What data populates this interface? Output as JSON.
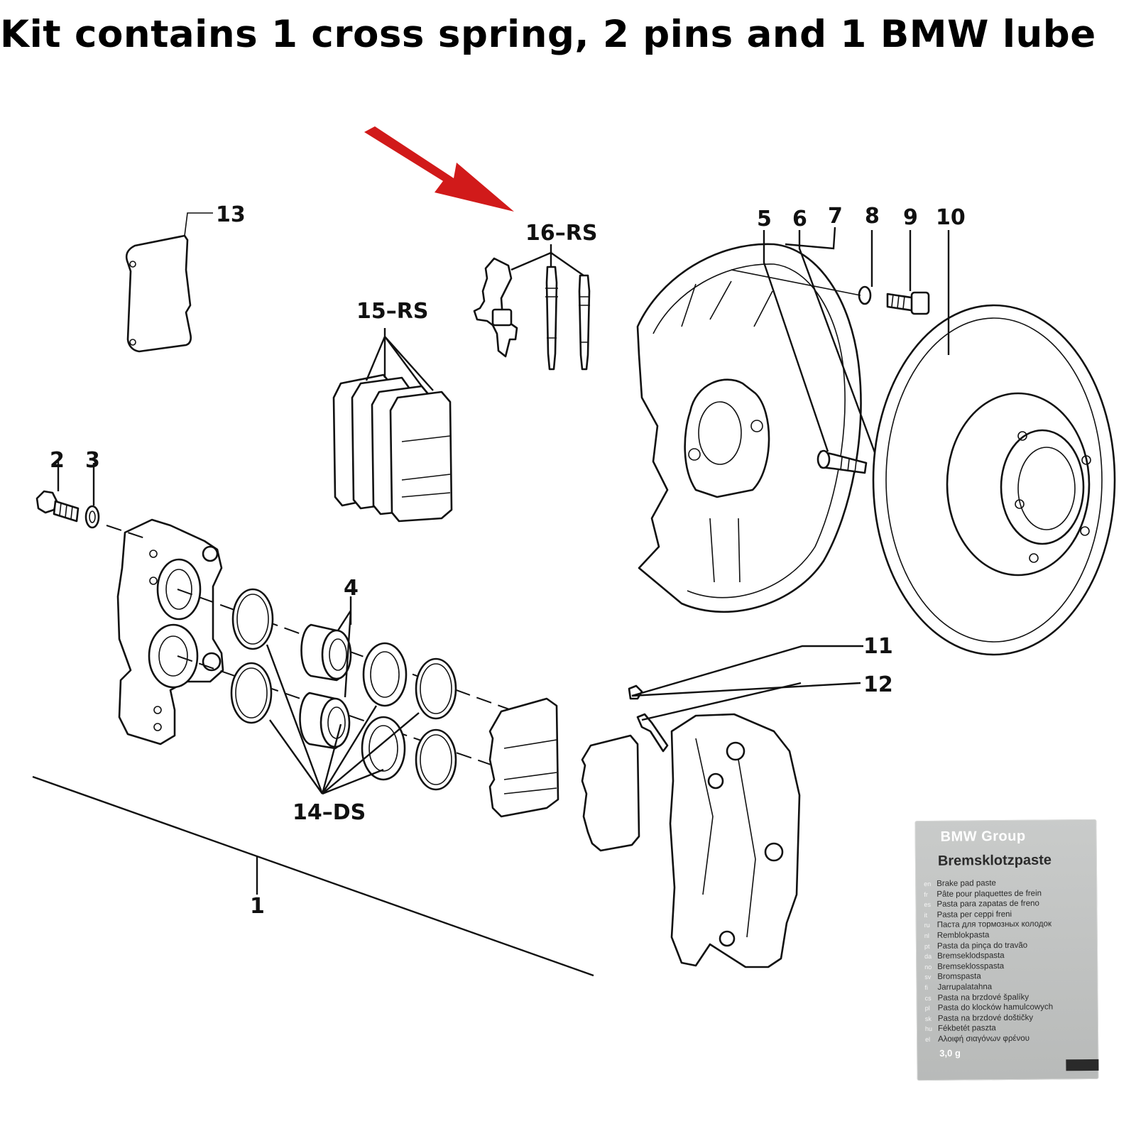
{
  "headline": "Kit contains 1 cross spring, 2 pins and 1 BMW lube",
  "callouts": {
    "c1": "1",
    "c2": "2",
    "c3": "3",
    "c4": "4",
    "c5": "5",
    "c6": "6",
    "c7": "7",
    "c8": "8",
    "c9": "9",
    "c10": "10",
    "c11": "11",
    "c12": "12",
    "c13": "13",
    "c14": "14–DS",
    "c15": "15–RS",
    "c16": "16–RS"
  },
  "arrow_color": "#d11a1a",
  "sachet": {
    "brand": "BMW Group",
    "title": "Bremsklotzpaste",
    "lines": [
      {
        "code": "en",
        "text": "Brake pad paste"
      },
      {
        "code": "fr",
        "text": "Pâte pour plaquettes de frein"
      },
      {
        "code": "es",
        "text": "Pasta para zapatas de freno"
      },
      {
        "code": "it",
        "text": "Pasta per ceppi freni"
      },
      {
        "code": "ru",
        "text": "Паста для тормозных колодок"
      },
      {
        "code": "nl",
        "text": "Remblokpasta"
      },
      {
        "code": "pt",
        "text": "Pasta da pinça do travão"
      },
      {
        "code": "da",
        "text": "Bremseklodspasta"
      },
      {
        "code": "no",
        "text": "Bremseklosspasta"
      },
      {
        "code": "sv",
        "text": "Bromspasta"
      },
      {
        "code": "fi",
        "text": "Jarrupalatahna"
      },
      {
        "code": "cs",
        "text": "Pasta na brzdové špalíky"
      },
      {
        "code": "pl",
        "text": "Pasta do klocków hamulcowych"
      },
      {
        "code": "sk",
        "text": "Pasta na brzdové doštičky"
      },
      {
        "code": "hu",
        "text": "Fékbetét paszta"
      },
      {
        "code": "el",
        "text": "Αλοιφή σιαγόνων φρένου"
      }
    ],
    "weight": "3,0 g"
  }
}
